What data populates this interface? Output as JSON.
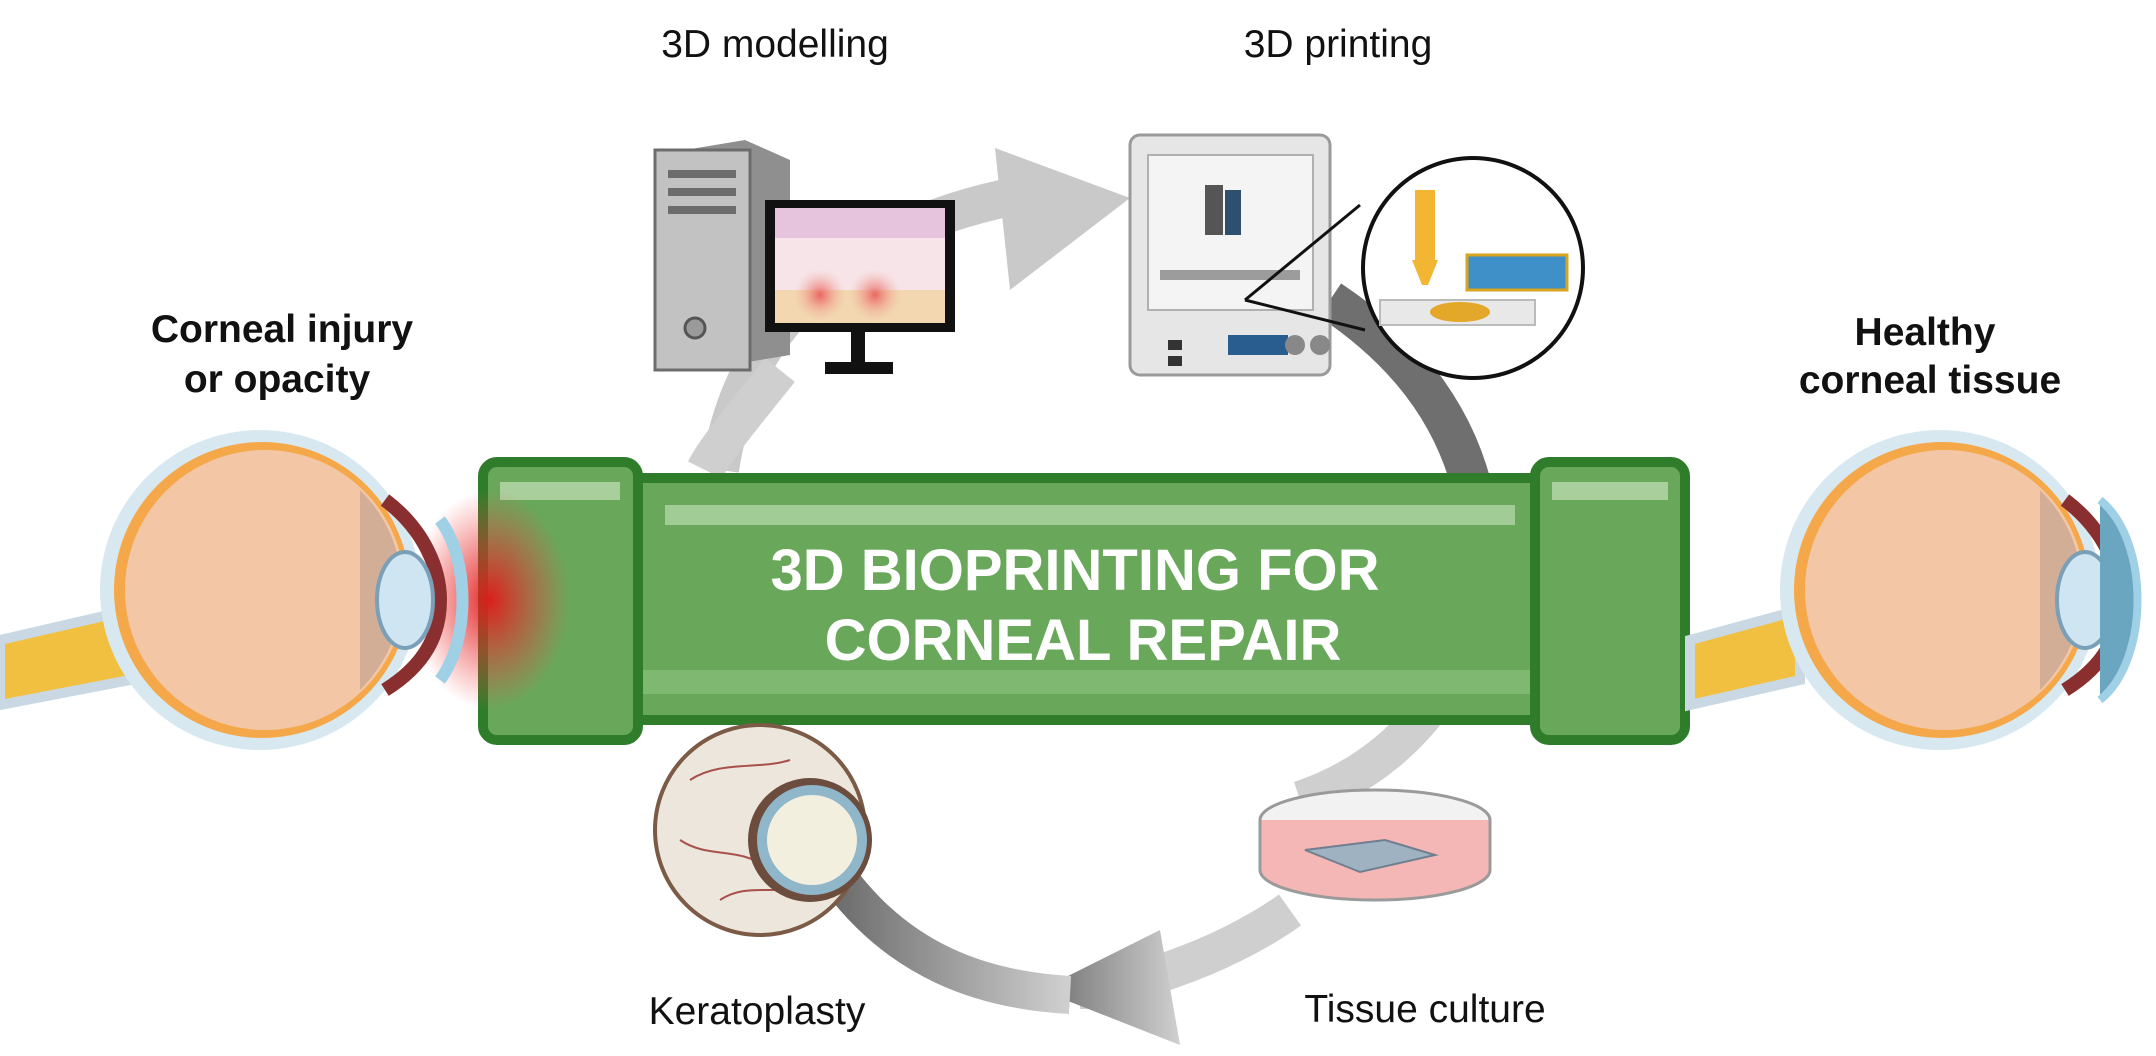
{
  "title": {
    "line1": "3D BIOPRINTING FOR",
    "line2": "CORNEAL REPAIR"
  },
  "steps": {
    "modelling": "3D modelling",
    "printing": "3D printing",
    "culture": "Tissue culture",
    "keratoplasty": "Keratoplasty"
  },
  "endpoints": {
    "left_line1": "Corneal injury",
    "left_line2": "or opacity",
    "right_line1": "Healthy",
    "right_line2": "corneal tissue"
  },
  "colors": {
    "banner_green": "#6aaa5a",
    "banner_dark": "#2f7d2a",
    "arrow_light": "#c8c8c8",
    "arrow_dark": "#6e6e6e",
    "eye_sclera": "#f5c5a0",
    "injury_red": "#e02020"
  }
}
